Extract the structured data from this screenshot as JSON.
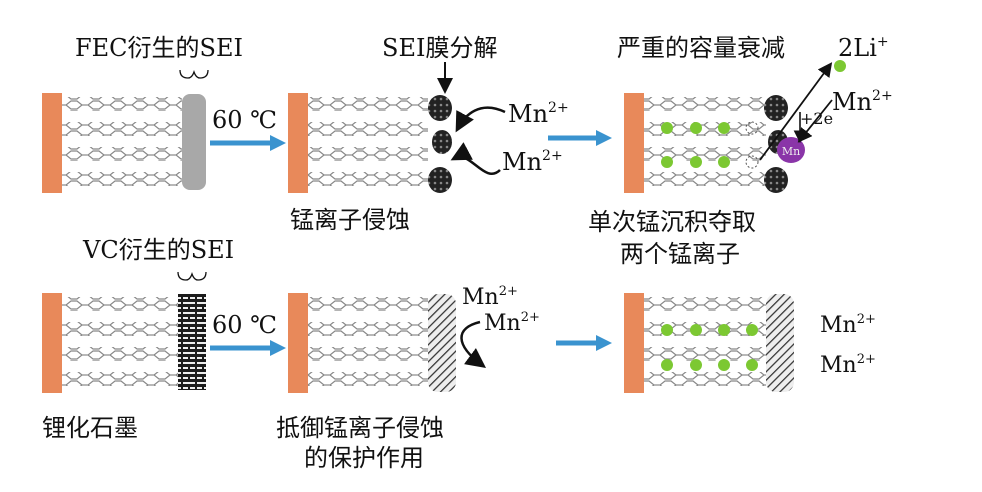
{
  "labels": {
    "fec_sei": "FEC衍生的SEI",
    "vc_sei": "VC衍生的SEI",
    "temp_top": "60 ℃",
    "temp_bottom": "60 ℃",
    "sei_decompose": "SEI膜分解",
    "mn_corrosion": "锰离子侵蚀",
    "capacity_fade": "严重的容量衰减",
    "two_li": "2Li",
    "li_charge": "+",
    "single_deposit_line1": "单次锰沉积夺取",
    "single_deposit_line2": "两个锰离子",
    "lithiated_graphite": "锂化石墨",
    "protection_line1": "抵御锰离子侵蚀",
    "protection_line2": "的保护作用",
    "mn_symbol": "Mn",
    "mn_charge": "2+",
    "electron": "+2e",
    "mn_ball": "Mn"
  },
  "colors": {
    "electrode": "#e8895a",
    "arrow": "#3a93cf",
    "li_dot": "#7cc832",
    "mn_ball": "#8a35a8",
    "graphite": "#777777",
    "sei_fec": "#a8a8a8",
    "sei_dark": "#2a2a2a"
  }
}
